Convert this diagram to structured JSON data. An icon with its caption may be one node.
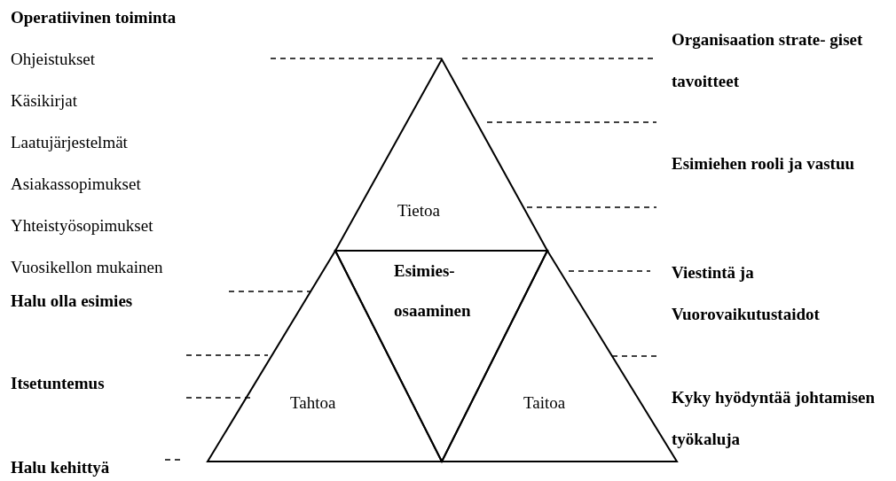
{
  "diagram": {
    "nodes": [
      {
        "text": [
          "Tietoa"
        ]
      },
      {
        "text": [
          "Esimies- osaaminen"
        ]
      },
      {
        "text": [
          "Tahtoa"
        ]
      },
      {
        "text": [
          "Taitoa"
        ]
      }
    ],
    "labels": [
      "Operatiivinen toiminta",
      "Ohjeistukset",
      "Käsikirjat",
      "Laatujärjestelmät",
      "Asiakassopimukset",
      "Yhteistyösopimukset",
      "Vuosikellon mukainen",
      "Halu olla esimies",
      "Itsetuntemus",
      "Halu kehittyä",
      "Organisaation strate- giset tavoitteet",
      "Esimiehen rooli ja vastuu",
      "Viestintä ja Vuorovaikutustaidot",
      "Kyky hyödyntää johtamisen työkaluja"
    ]
  }
}
